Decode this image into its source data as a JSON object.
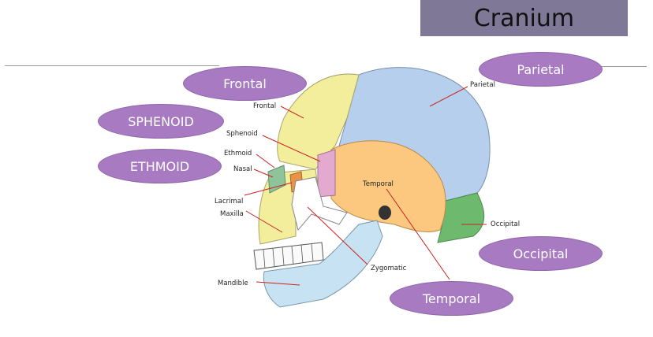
{
  "title": "Cranium",
  "bubbles": {
    "frontal": "Frontal",
    "sphenoid": "SPHENOID",
    "ethmoid": "ETHMOID",
    "parietal": "Parietal",
    "occipital": "Occipital",
    "temporal": "Temporal"
  },
  "diagram_labels": {
    "frontal": "Frontal",
    "parietal": "Parietal",
    "sphenoid": "Sphenoid",
    "ethmoid": "Ethmoid",
    "nasal": "Nasal",
    "temporal": "Temporal",
    "lacrimal": "Lacrimal",
    "maxilla": "Maxilla",
    "occipital": "Occipital",
    "zygomatic": "Zygomatic",
    "mandible": "Mandible"
  },
  "colors": {
    "title_bg": "#7f7897",
    "bubble": "#a77ac2",
    "frontal_bone": "#f2ee9c",
    "parietal_bone": "#b5cfec",
    "temporal_bone": "#fcc880",
    "occipital_bone": "#6db96d",
    "mandible_bone": "#c7e2f2",
    "sphenoid_bone": "#e3a9cf",
    "leader_line": "#cc2222"
  }
}
